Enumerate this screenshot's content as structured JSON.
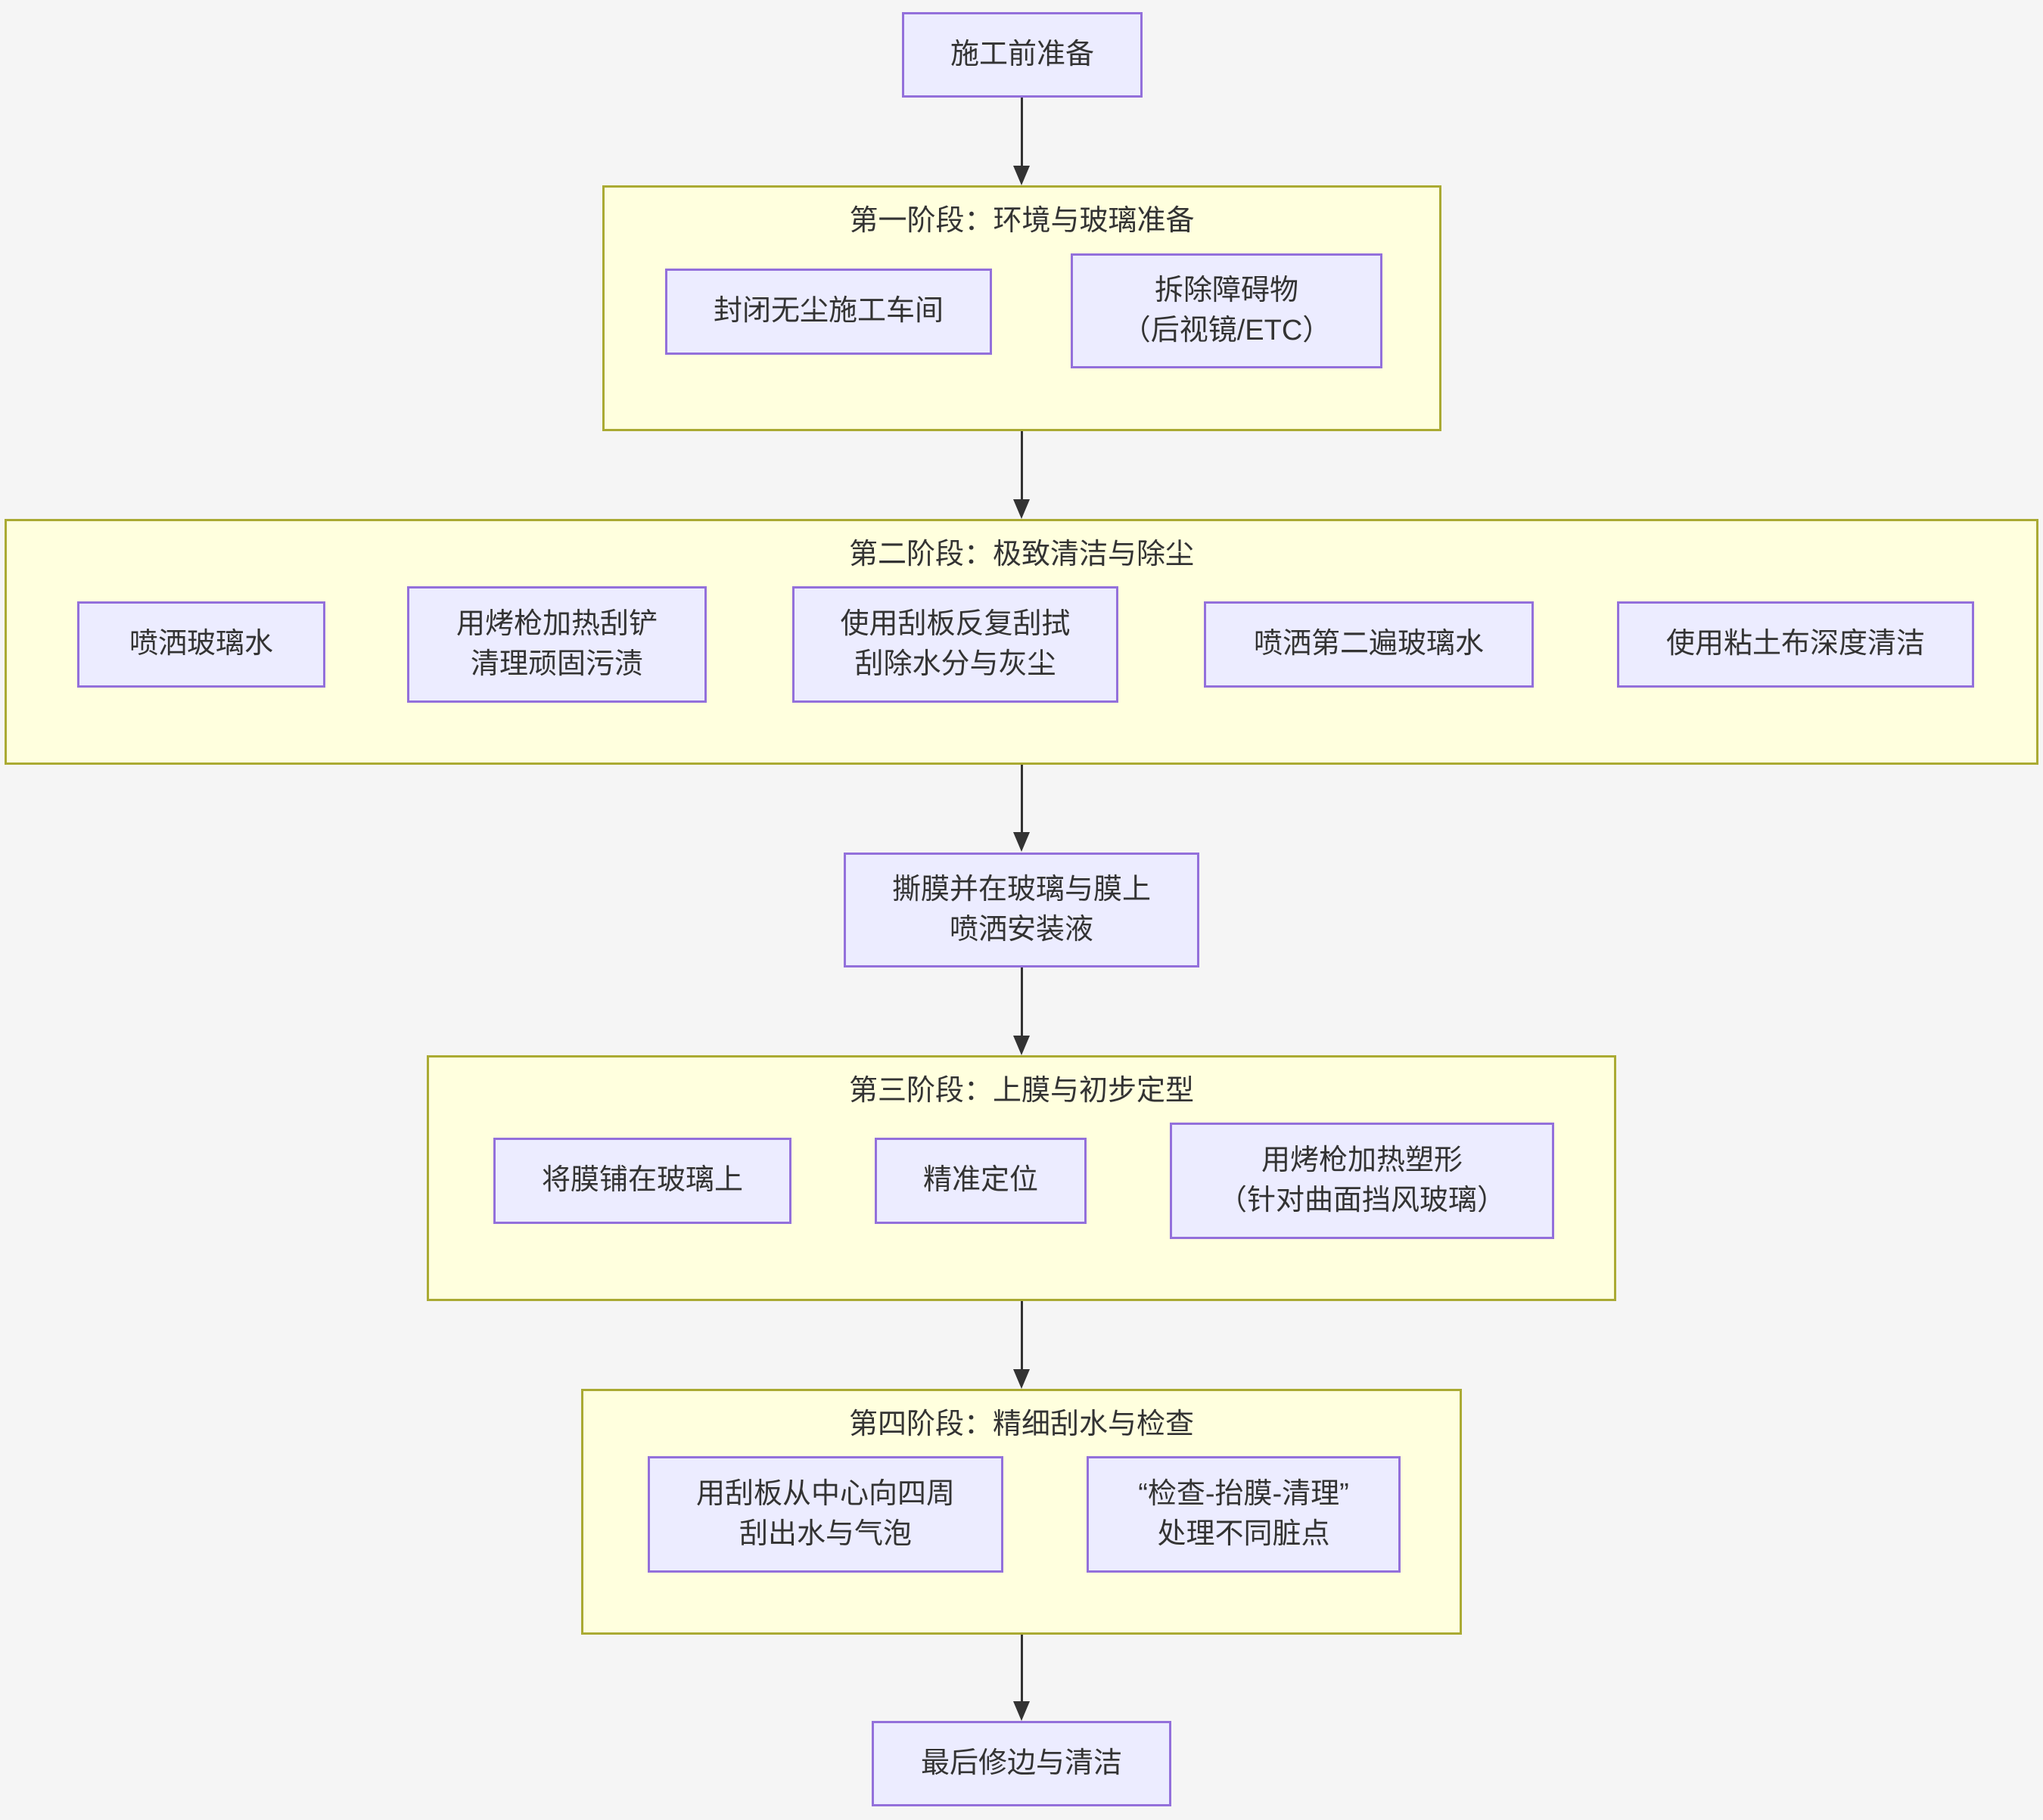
{
  "diagram": {
    "type": "flowchart-top-down",
    "colors": {
      "background": "#f5f5f5",
      "node_fill": "#ECECFF",
      "node_border": "#9370DB",
      "cluster_fill": "#FFFFDE",
      "cluster_border": "#AAAA33",
      "text": "#333333",
      "arrow": "#333333"
    },
    "start_node": {
      "label": "施工前准备"
    },
    "stages": [
      {
        "title": "第一阶段：环境与玻璃准备",
        "nodes": [
          {
            "line1": "封闭无尘施工车间"
          },
          {
            "line1": "拆除障碍物",
            "line2": "（后视镜/ETC）"
          }
        ]
      },
      {
        "title": "第二阶段：极致清洁与除尘",
        "nodes": [
          {
            "line1": "喷洒玻璃水"
          },
          {
            "line1": "用烤枪加热刮铲",
            "line2": "清理顽固污渍"
          },
          {
            "line1": "使用刮板反复刮拭",
            "line2": "刮除水分与灰尘"
          },
          {
            "line1": "喷洒第二遍玻璃水"
          },
          {
            "line1": "使用粘土布深度清洁"
          }
        ]
      },
      {
        "title": "第三阶段：上膜与初步定型",
        "nodes": [
          {
            "line1": "将膜铺在玻璃上"
          },
          {
            "line1": "精准定位"
          },
          {
            "line1": "用烤枪加热塑形",
            "line2": "（针对曲面挡风玻璃）"
          }
        ]
      },
      {
        "title": "第四阶段：精细刮水与检查",
        "nodes": [
          {
            "line1": "用刮板从中心向四周",
            "line2": "刮出水与气泡"
          },
          {
            "line1": "“检查-抬膜-清理”",
            "line2": "处理不同脏点"
          }
        ]
      }
    ],
    "mid_node": {
      "line1": "撕膜并在玻璃与膜上",
      "line2": "喷洒安装液"
    },
    "end_node": {
      "label": "最后修边与清洁"
    }
  }
}
